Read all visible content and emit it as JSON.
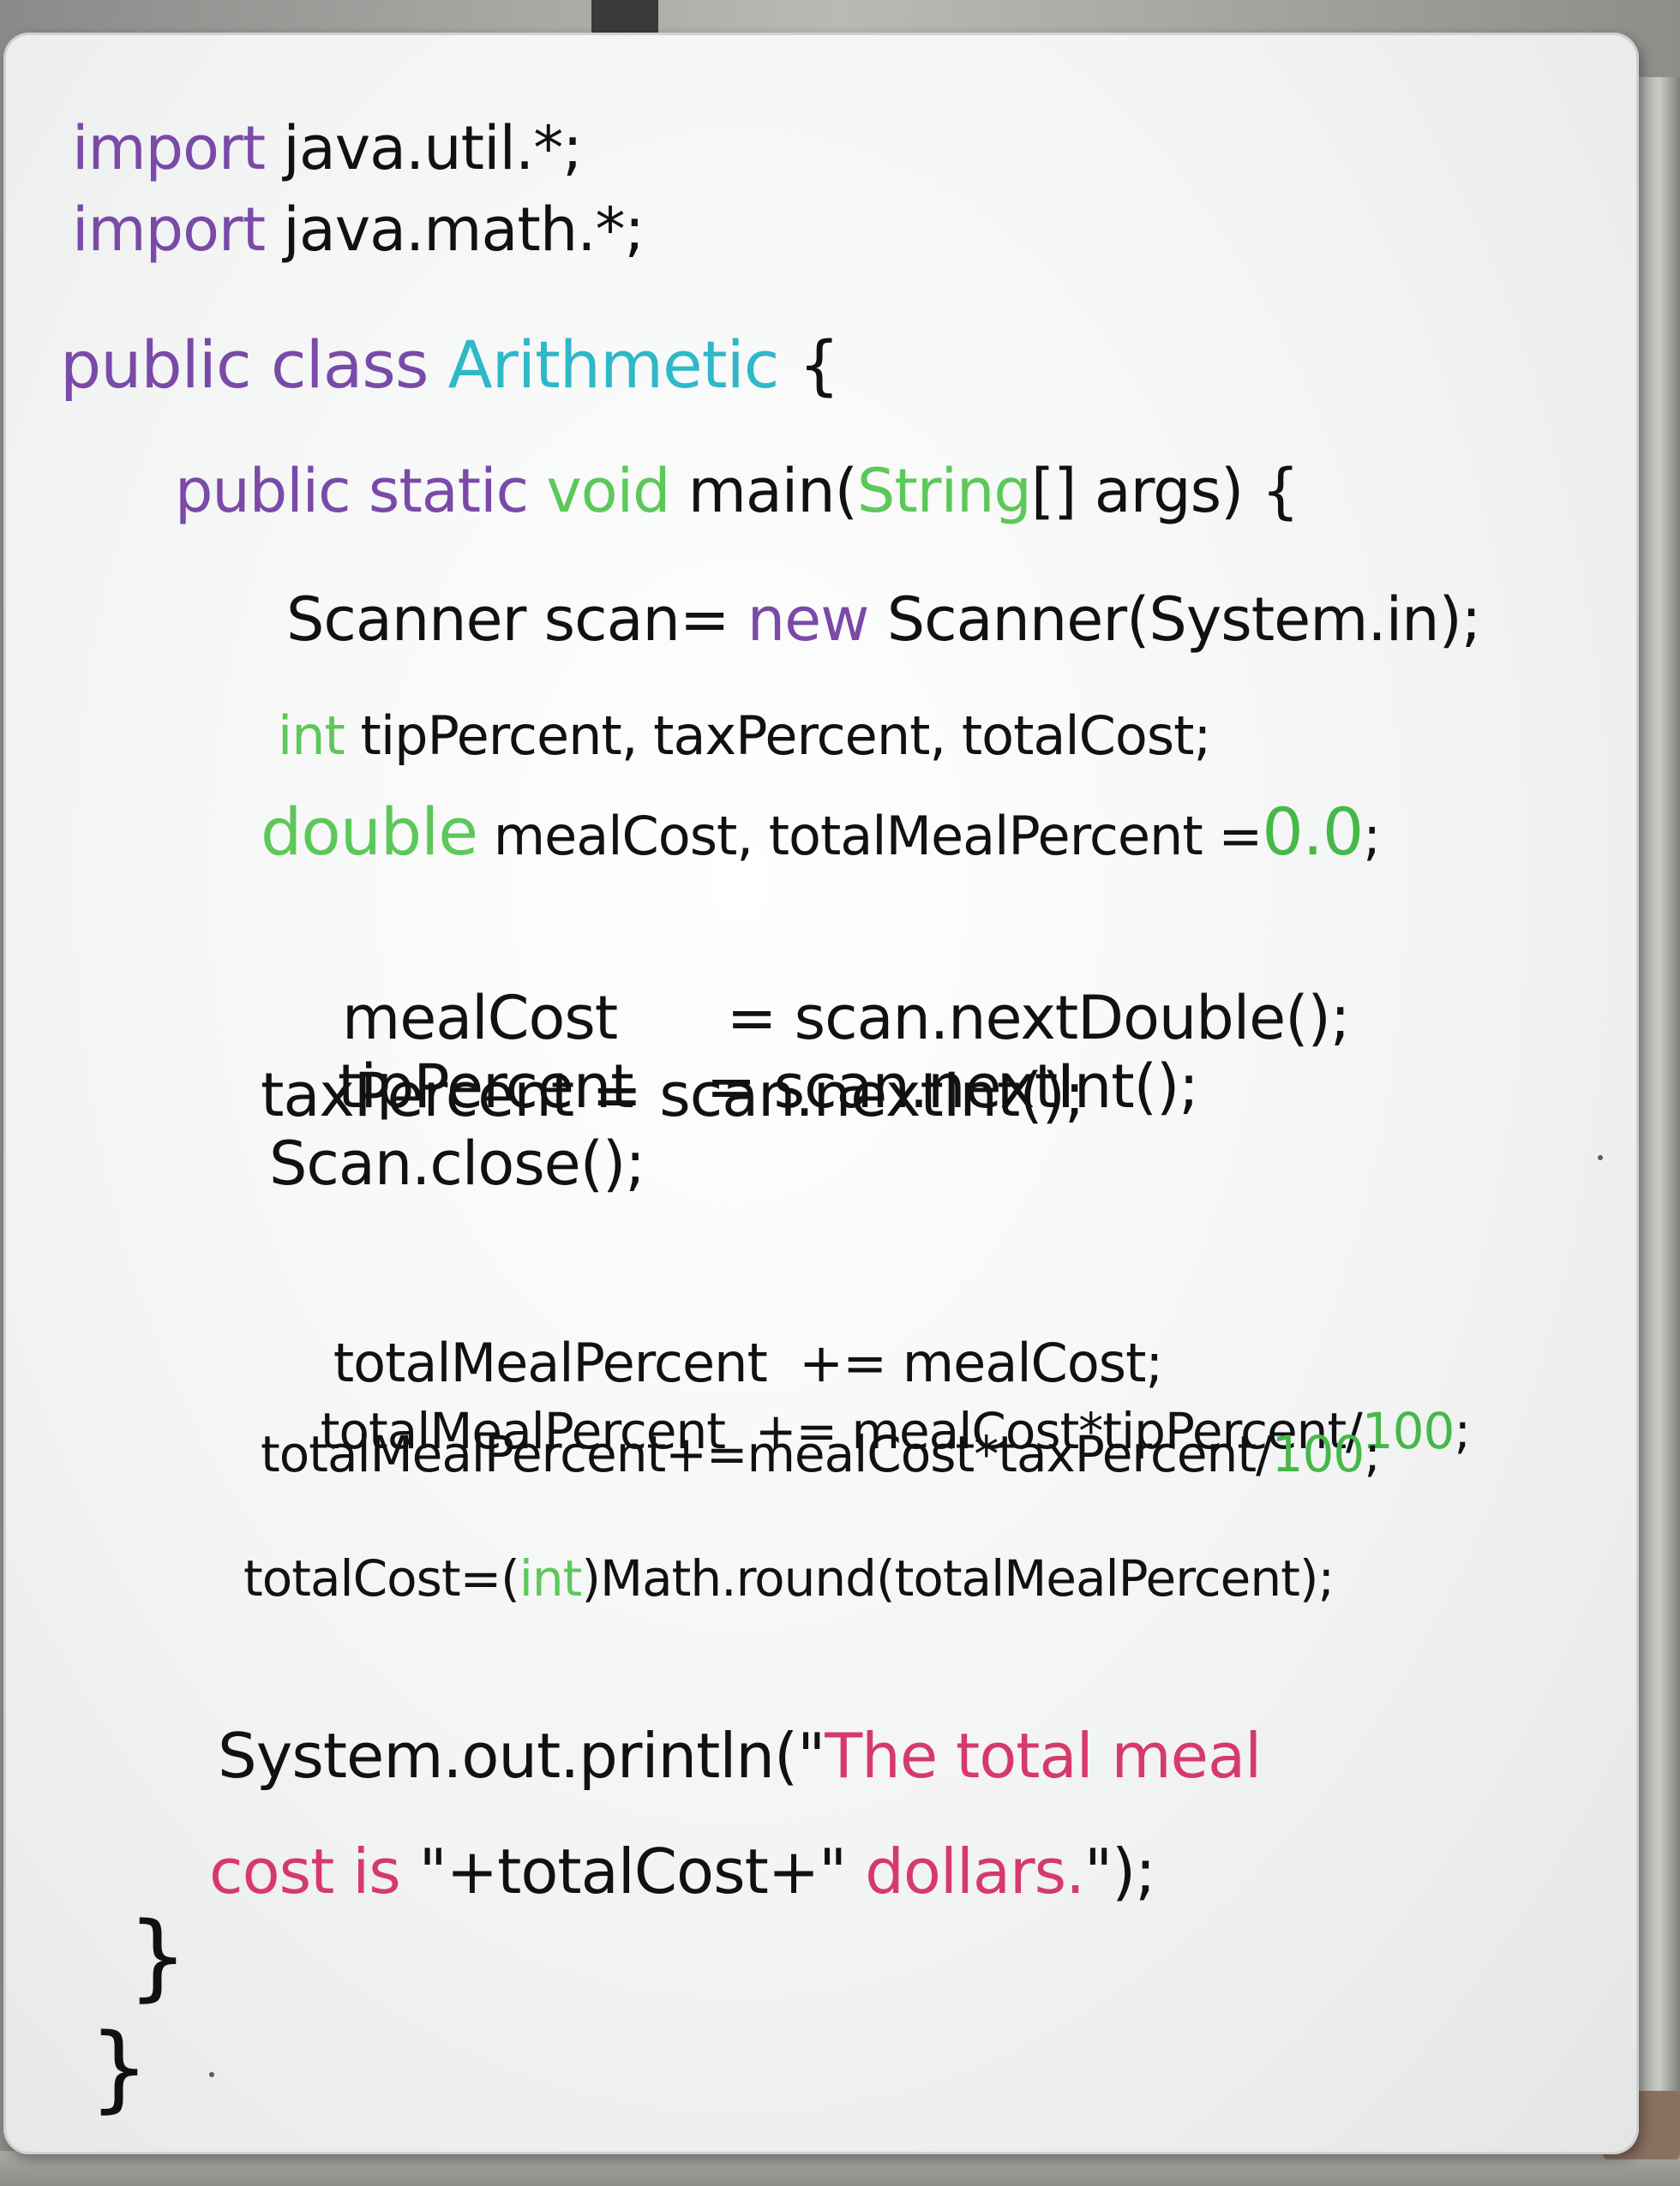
{
  "colors": {
    "keyword": "#7a4aa8",
    "class_name": "#2fb8c8",
    "type": "#5cc85a",
    "literal": "#46b84a",
    "string": "#d63a6a",
    "ink": "#111111",
    "board": "#f3f4f4"
  },
  "code": {
    "l1": {
      "kw": "import",
      "rest": " java.util.*;"
    },
    "l2": {
      "kw": "import",
      "rest": " java.math.*;"
    },
    "l3": {
      "kw": "public class ",
      "cls": "Arithmetic",
      "rest": " {"
    },
    "l4": {
      "kw": "public static ",
      "ty": "void",
      "mid": " main(",
      "ty2": "String",
      "rest": "[] args) {"
    },
    "l5": {
      "a": "Scanner scan= ",
      "kw": "new",
      "b": " Scanner(System.in);"
    },
    "l6": {
      "ty": "int",
      "rest": " tipPercent, taxPercent, totalCost;"
    },
    "l7": {
      "ty": "double",
      "rest": " mealCost, totalMealPercent =",
      "lit": "0.0",
      "end": ";"
    },
    "l8": "mealCost      = scan.nextDouble();",
    "l9": "tipPercent    = scan.nextInt();",
    "l10": "taxPercent = scan.nextInt();",
    "l11": "Scan.close();",
    "l12": "totalMealPercent  += mealCost;",
    "l13": {
      "a": "totalMealPercent  += mealCost*tipPercent/",
      "lit": "100",
      "end": ";"
    },
    "l14": {
      "a": "totalMealPercent+=mealCost*taxPercent/",
      "lit": "100",
      "end": ";"
    },
    "l15": {
      "a": "totalCost=(",
      "ty": "int",
      "b": ")Math.round(totalMealPercent);"
    },
    "l16": {
      "a": "System.out.println(\"",
      "str": "The total meal"
    },
    "l17": {
      "str": "cost is ",
      "a": "\"+totalCost+\"",
      "str2": " dollars.",
      "b": "\");"
    },
    "l18": "}",
    "l19": "}"
  }
}
